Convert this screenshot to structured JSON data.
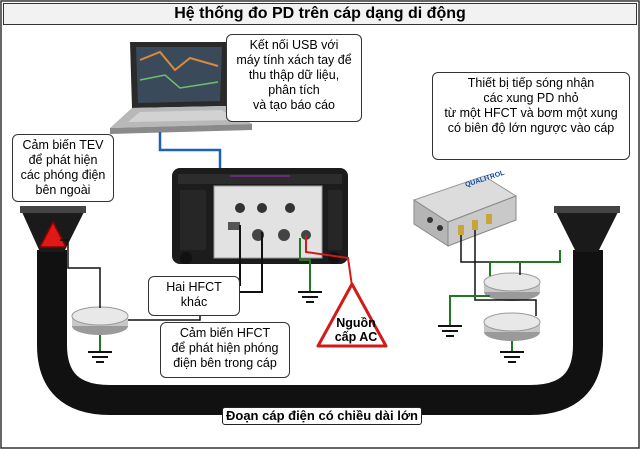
{
  "title": "Hệ thống đo PD trên cáp dạng di động",
  "callouts": {
    "usb": "Kết nối USB với\nmáy tính xách tay để\nthu thập dữ liệu,\nphân tích\nvà tạo báo cáo",
    "device": "Thiết bị tiếp sóng nhận\ncác xung PD nhỏ\ntừ một HFCT và bơm một xung\ncó biên độ lớn ngược vào cáp",
    "tev": "Cảm biến TEV\nđể phát hiện\ncác phóng điện\nbên ngoài",
    "hfct_other": "Hai HFCT\nkhác",
    "hfct_inner": "Cảm biến HFCT\nđể phát hiện phóng\nđiện bên trong cáp"
  },
  "ac_source": "Nguồn\ncấp AC",
  "cable_label": "Đoạn cáp điện có chiều dài lớn",
  "device_brand": "QUALITROL",
  "colors": {
    "cable": "#111111",
    "ground_wire": "#1f7a1f",
    "usb_wire": "#1f5fb5",
    "ac_wire": "#d11a1a",
    "tev_sensor": "#e01818"
  }
}
